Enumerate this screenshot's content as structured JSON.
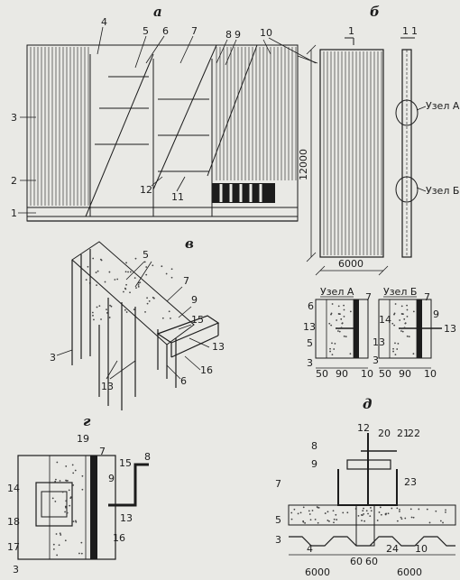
{
  "panels": {
    "a": "а",
    "b": "б",
    "v": "в",
    "g": "г",
    "d": "д"
  },
  "dims": {
    "height_12000": "12000",
    "width_6000": "6000",
    "d6000_left": "6000",
    "d6000_right": "6000",
    "d50": "50",
    "d90": "90",
    "d10": "10",
    "d60a": "60",
    "d60b": "60",
    "section_1": "1"
  },
  "nodes": {
    "uzel_a": "Узел А",
    "uzel_b": "Узел Б"
  },
  "callouts": [
    "1",
    "2",
    "3",
    "4",
    "5",
    "6",
    "7",
    "8",
    "9",
    "10",
    "11",
    "12",
    "13",
    "14",
    "15",
    "16",
    "17",
    "18",
    "19",
    "20",
    "21",
    "22",
    "23",
    "24"
  ]
}
